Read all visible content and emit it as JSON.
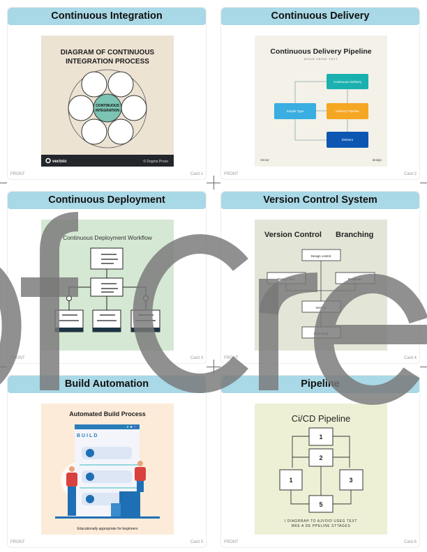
{
  "cards": [
    {
      "title": "Continuous Integration",
      "side": "FRONT",
      "number": "Card 1",
      "image": {
        "title_line1": "DIAGRAM OF CONTINUOUS",
        "title_line2": "INTEGRATION PROCESS",
        "center_line1": "CONTINUOUS",
        "center_line2": "INTEGRATION",
        "footer_brand": "vectoic",
        "footer_credit": "© Dogme Proso"
      }
    },
    {
      "title": "Continuous Delivery",
      "side": "FRONT",
      "number": "Card 2",
      "image": {
        "title": "Continuous Delivery Pipeline",
        "subtitle": "AVOID USING TEXT",
        "box_top": "Continuous Delivery",
        "box_left": "Simple Type",
        "box_middle": "Delivery Pipeline",
        "box_bottom": "Delivere",
        "footer_left": "Vector",
        "footer_right": "design"
      }
    },
    {
      "title": "Continuous Deployment",
      "side": "FRONT",
      "number": "Card 3",
      "image": {
        "title": "Continuous Deployment Workflow"
      }
    },
    {
      "title": "Version Control System",
      "side": "FRONT",
      "number": "Card 4",
      "image": {
        "title_left": "Version Control",
        "title_right": "Branching",
        "box_top": "Design control",
        "box_left": "Design Text",
        "box_right": "Besignam",
        "box_version": "Version",
        "box_branching": "Branching"
      }
    },
    {
      "title": "Build Automation",
      "side": "FRONT",
      "number": "Card 5",
      "image": {
        "title": "Automated Build Process",
        "window_label": "BUILD",
        "caption": "Educationally appropriate for beginners"
      }
    },
    {
      "title": "Pipeline",
      "side": "FRONT",
      "number": "Card 6",
      "image": {
        "title": "Ci/CD Pipeline",
        "box_a": "1",
        "box_b": "2",
        "box_c": "1",
        "box_d": "3",
        "box_e": "5",
        "caption_line1": "I DIAGRRAH TO AJVOID USEG TEXT",
        "caption_line2": "MKE A DE PPELINE STTAGES"
      }
    }
  ],
  "watermark": "pdfCre",
  "colors": {
    "header": "#a9d8e6",
    "watermark": "#787878"
  }
}
